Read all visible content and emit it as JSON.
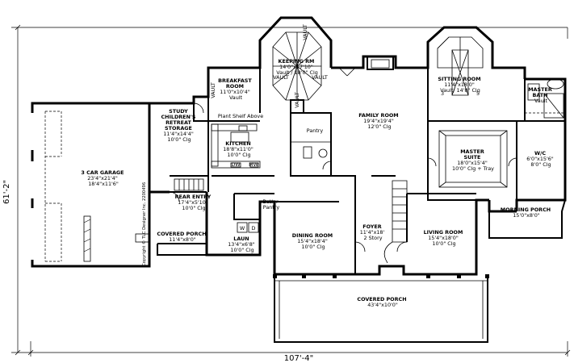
{
  "dimensions": {
    "width_label": "107'-4\"",
    "depth_label": "61'-2\""
  },
  "copyright": "Copyright © TLC Designer Inc. 2200496",
  "rooms": [
    {
      "id": "keeping",
      "lines": [
        "KEEPING RM",
        "14'0\"x17'10\"",
        "Vault / 18'0\" Clg"
      ]
    },
    {
      "id": "breakfast",
      "lines": [
        "BREAKFAST",
        "ROOM",
        "11'0\"x10'4\"",
        "Vault"
      ]
    },
    {
      "id": "sitting",
      "lines": [
        "SITTING ROOM",
        "11'4\"x18'0\"",
        "Vault/ 14'8\" Clg"
      ]
    },
    {
      "id": "master-bath",
      "lines": [
        "MASTER",
        "BATH",
        "Vault"
      ]
    },
    {
      "id": "study",
      "lines": [
        "STUDY",
        "CHILDREN'S",
        "RETREAT",
        "STORAGE",
        "11'4\"x14'4\"",
        "10'0\" Clg"
      ]
    },
    {
      "id": "kitchen",
      "lines": [
        "KITCHEN",
        "18'8\"x11'0\"",
        "10'0\" Clg"
      ]
    },
    {
      "id": "family",
      "lines": [
        "FAMILY ROOM",
        "19'4\"x19'4\"",
        "12'0\" Clg"
      ]
    },
    {
      "id": "master-suite",
      "lines": [
        "MASTER",
        "SUITE",
        "18'0\"x15'4\"",
        "10'0\" Clg + Tray"
      ]
    },
    {
      "id": "wic",
      "lines": [
        "W/C",
        "6'0\"x15'6\"",
        "8'0\" Clg"
      ]
    },
    {
      "id": "garage",
      "lines": [
        "3 CAR GARAGE",
        "23'4\"x21'4\"",
        "18'4\"x11'6\""
      ]
    },
    {
      "id": "entry",
      "lines": [
        "REAR ENTRY",
        "17'4\"x5'10\"",
        "10'0\" Clg"
      ]
    },
    {
      "id": "covered-porch-small",
      "lines": [
        "COVERED PORCH",
        "11'4\"x8'0\""
      ]
    },
    {
      "id": "laun",
      "lines": [
        "LAUN",
        "13'4\"x6'8\"",
        "10'0\" Clg"
      ]
    },
    {
      "id": "dining",
      "lines": [
        "DINING ROOM",
        "15'4\"x18'4\"",
        "10'0\" Clg"
      ]
    },
    {
      "id": "foyer",
      "lines": [
        "FOYER",
        "11'4\"x18'",
        "2 Story"
      ]
    },
    {
      "id": "living",
      "lines": [
        "LIVING ROOM",
        "15'4\"x18'0\"",
        "10'0\" Clg"
      ]
    },
    {
      "id": "morning-porch",
      "lines": [
        "MORNING PORCH",
        "15'0\"x8'0\""
      ]
    },
    {
      "id": "covered-porch-large",
      "lines": [
        "COVERED PORCH",
        "43'4\"x10'0\""
      ]
    }
  ],
  "notes": {
    "plant_shelf": "Plant Shelf Above",
    "pantry": "Pantry",
    "butler_pantry": [
      "Butler",
      "Pantry"
    ],
    "vault_labels": [
      "VAULT",
      "VAULT",
      "VAULT",
      "VAULT",
      "VAULT"
    ],
    "arrow_labels": [
      "3",
      "5"
    ]
  },
  "appliances": [
    "DW",
    "W",
    "D",
    "MW"
  ]
}
